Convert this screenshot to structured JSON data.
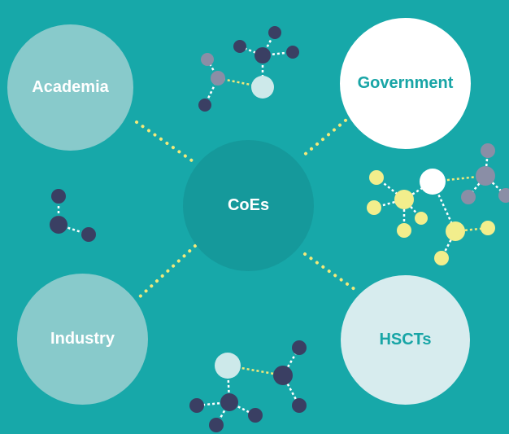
{
  "nodes": {
    "center": {
      "label": "CoEs"
    },
    "academia": {
      "label": "Academia"
    },
    "government": {
      "label": "Government"
    },
    "industry": {
      "label": "Industry"
    },
    "hscts": {
      "label": "HSCTs"
    }
  },
  "colors": {
    "background": "#17a8a9",
    "connector": "#f2e97a",
    "molecule_dark": "#3a3f63",
    "molecule_grey": "#8a8ea6",
    "molecule_light": "#cde9ea",
    "molecule_yellow": "#f2ee8c"
  }
}
